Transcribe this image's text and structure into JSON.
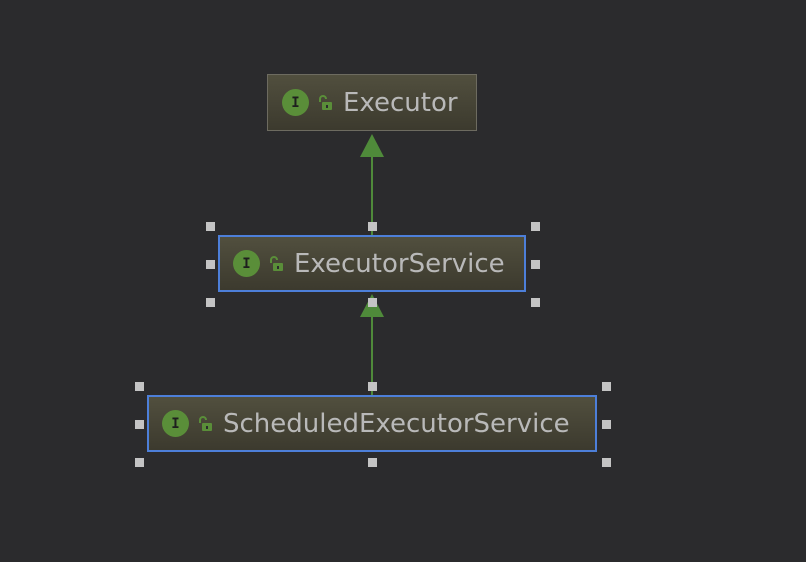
{
  "diagram": {
    "nodes": [
      {
        "id": "executor",
        "label": "Executor",
        "kind_icon": "interface-icon",
        "kind_letter": "I",
        "visibility_icon": "public-unlocked-icon",
        "selected": false
      },
      {
        "id": "executor-service",
        "label": "ExecutorService",
        "kind_icon": "interface-icon",
        "kind_letter": "I",
        "visibility_icon": "public-unlocked-icon",
        "selected": true
      },
      {
        "id": "scheduled-executor-service",
        "label": "ScheduledExecutorService",
        "kind_icon": "interface-icon",
        "kind_letter": "I",
        "visibility_icon": "public-unlocked-icon",
        "selected": true
      }
    ],
    "edges": [
      {
        "from": "executor-service",
        "to": "executor",
        "type": "extends"
      },
      {
        "from": "scheduled-executor-service",
        "to": "executor-service",
        "type": "extends"
      }
    ]
  },
  "colors": {
    "background": "#2b2b2d",
    "node_fill": "#4a4838",
    "node_border": "#6d6b60",
    "selection_border": "#4d7fd9",
    "edge": "#4f8a3a",
    "badge": "#5a8e39",
    "label_text": "#b9b9b9",
    "handle": "#c4c4c4"
  }
}
